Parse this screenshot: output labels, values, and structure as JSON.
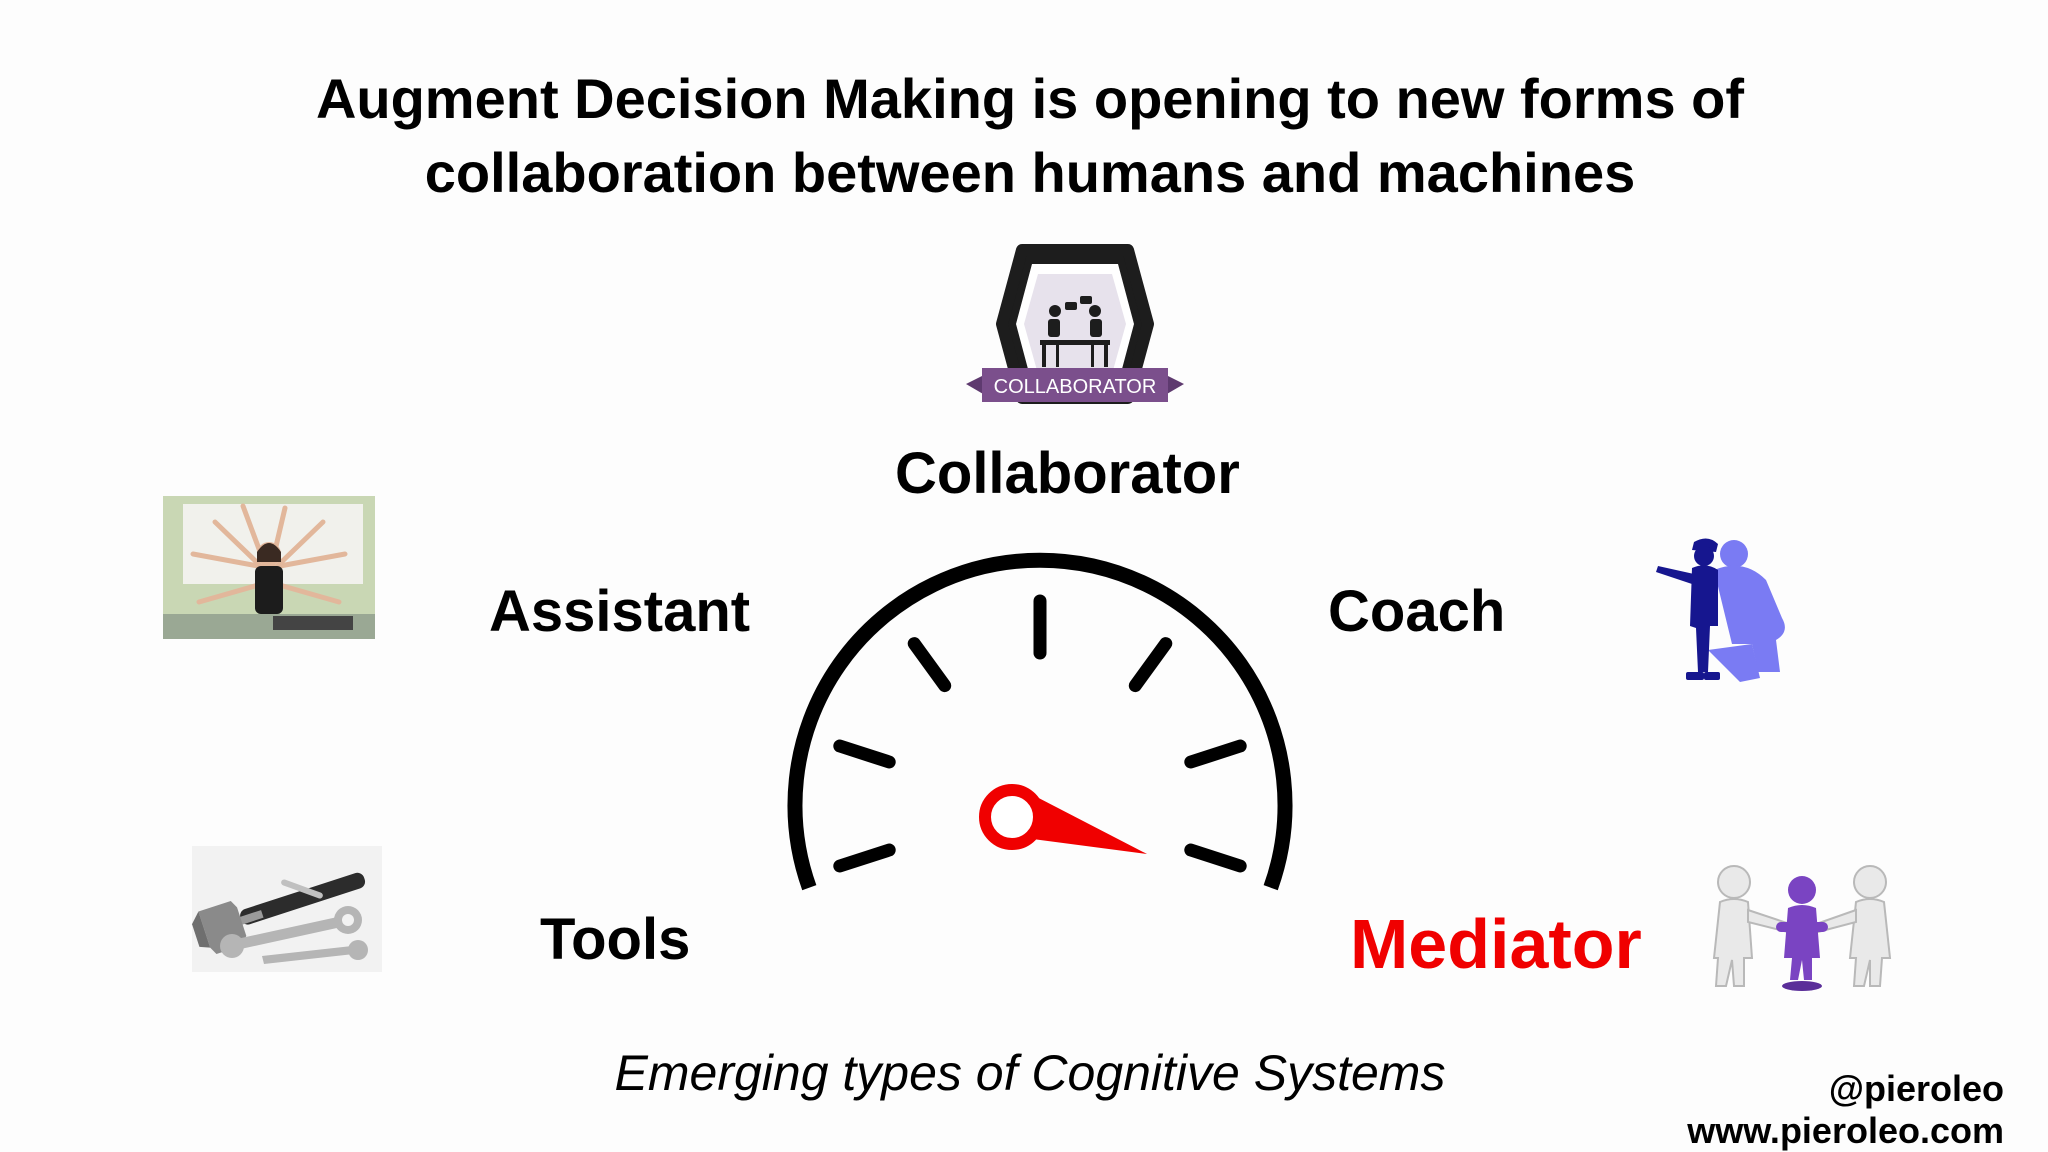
{
  "title": {
    "line1": "Augment Decision Making is opening to new forms of",
    "line2": "collaboration between humans and machines"
  },
  "badge": {
    "text": "COLLABORATOR",
    "ribbon_color": "#7b4f8c"
  },
  "levels": {
    "collaborator": "Collaborator",
    "assistant": "Assistant",
    "coach": "Coach",
    "tools": "Tools",
    "mediator": "Mediator"
  },
  "highlight_color": "#f00000",
  "subtitle": "Emerging types of Cognitive  Systems",
  "credits": {
    "handle": "@pieroleo",
    "website": "www.pieroleo.com"
  },
  "icons": {
    "assistant": "multi-armed-woman-photo",
    "coach": "coach-pointing-icon",
    "tools": "hammer-wrench-photo",
    "mediator": "mediator-figures-icon"
  }
}
